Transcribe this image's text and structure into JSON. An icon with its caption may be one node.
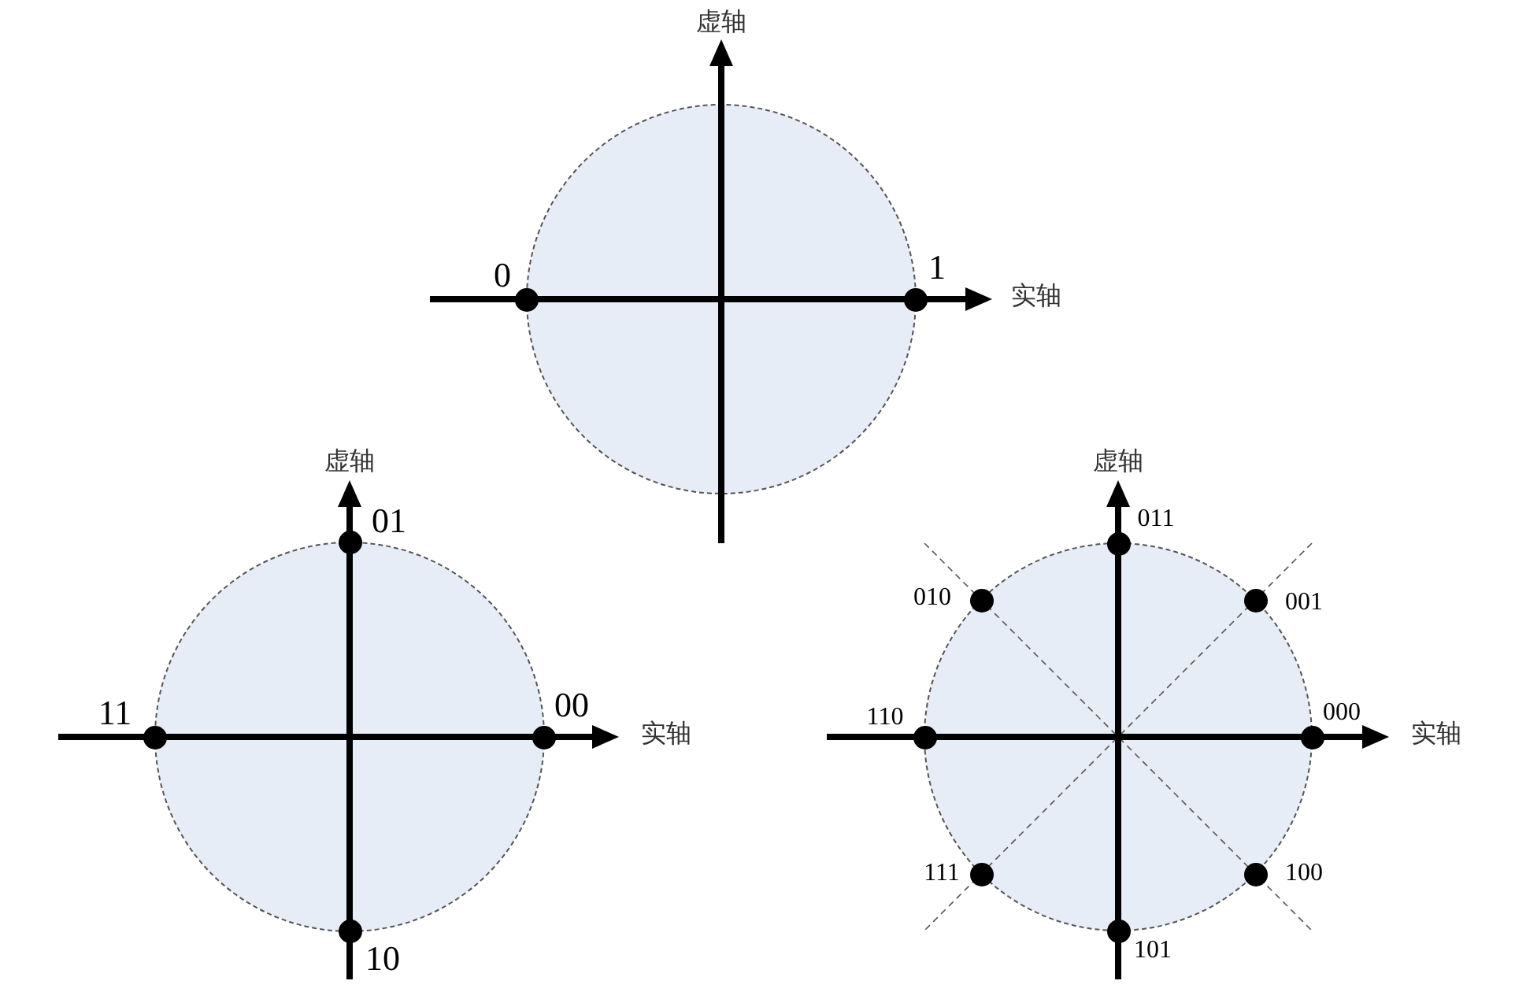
{
  "diagram": {
    "nodes": [
      {
        "text": [],
        "shape": "circle",
        "beside": [
          "0"
        ]
      },
      {
        "text": [],
        "shape": "circle",
        "beside": [
          "1"
        ]
      },
      {
        "text": [],
        "shape": "circle",
        "beside": [
          "01"
        ]
      },
      {
        "text": [],
        "shape": "circle",
        "beside": [
          "11"
        ]
      },
      {
        "text": [],
        "shape": "circle",
        "beside": [
          "00"
        ]
      },
      {
        "text": [],
        "shape": "circle",
        "beside": [
          "10"
        ]
      },
      {
        "text": [],
        "shape": "circle",
        "beside": [
          "011"
        ]
      },
      {
        "text": [],
        "shape": "circle",
        "beside": [
          "010"
        ]
      },
      {
        "text": [],
        "shape": "circle",
        "beside": [
          "001"
        ]
      },
      {
        "text": [],
        "shape": "circle",
        "beside": [
          "110"
        ]
      },
      {
        "text": [],
        "shape": "circle",
        "beside": [
          "000"
        ]
      },
      {
        "text": [],
        "shape": "circle",
        "beside": [
          "111"
        ]
      },
      {
        "text": [],
        "shape": "circle",
        "beside": [
          "100"
        ]
      },
      {
        "text": [],
        "shape": "circle",
        "beside": [
          "101"
        ]
      }
    ],
    "labels": [
      "虚轴",
      "实轴",
      "虚轴",
      "实轴",
      "虚轴",
      "实轴"
    ]
  }
}
